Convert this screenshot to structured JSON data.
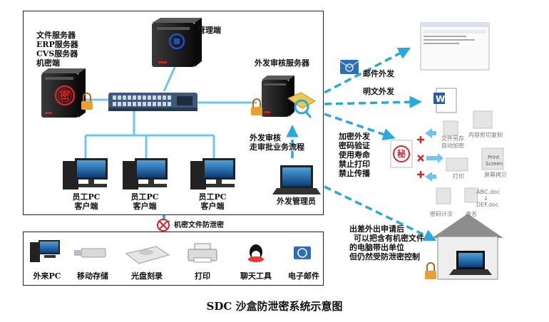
{
  "diagram": {
    "title": "SDC 沙盒防泄密系统示意图",
    "management": "管理端",
    "servers": [
      "文件服务器",
      "ERP服务器",
      "CVS服务器",
      "机密端"
    ],
    "audit_server": "外发审核服务器",
    "audit_flow": [
      "外发审核",
      "走审批业务流程"
    ],
    "clients": [
      {
        "line1": "员工PC",
        "line2": "客户端"
      },
      {
        "line1": "员工PC",
        "line2": "客户端"
      },
      {
        "line1": "员工PC",
        "line2": "客户端"
      }
    ],
    "external_admin": "外发管理员",
    "leak_prevention": "机密文件防泄密",
    "devices": [
      "外来PC",
      "移动存储",
      "光盘刻录",
      "打印",
      "聊天工具",
      "电子邮件"
    ],
    "email_send": "邮件外发",
    "plain_send": "明文外发",
    "encrypted_send": [
      "加密外发",
      "密码验证",
      "使用寿命",
      "禁止打印",
      "禁止传播"
    ],
    "travel_note": [
      "出差外出申请后",
      "可以把含有机密文件",
      "的电脑带出单位",
      "但仍然受防泄密控制"
    ],
    "seal_char": "密",
    "secret_char": "秘",
    "right_icons": {
      "save_as": [
        "文件另存",
        "自动加密"
      ],
      "copy": "内容剪切复制",
      "print": "打印",
      "screenshot": "屏幕拷贝",
      "print_key": [
        "Print",
        "Screen"
      ],
      "password_count": "密码计次",
      "rename": "改名",
      "abc_doc": "ABC.doc",
      "def_doc": "DEF.doc"
    }
  },
  "colors": {
    "arrow": "#29a7e1",
    "line": "#6bc7ef",
    "dark_server": "#1b1b1b",
    "red": "#d9232b",
    "green": "#3a9d3a"
  }
}
